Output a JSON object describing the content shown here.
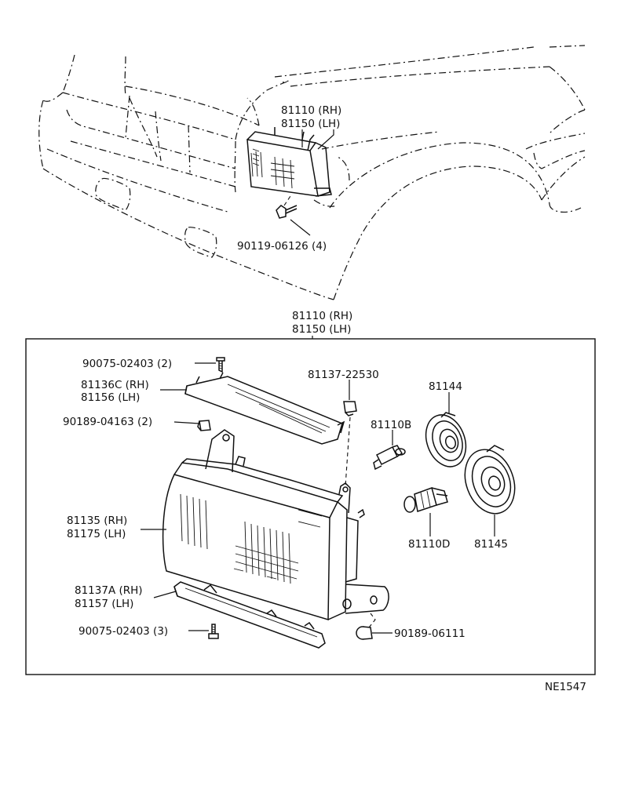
{
  "labels": {
    "top_rh": "81110 (RH)",
    "top_lh": "81150 (LH)",
    "top_bolt": "90119-06126 (4)",
    "mid_rh": "81110 (RH)",
    "mid_lh": "81150 (LH)",
    "screw_a": "90075-02403 (2)",
    "upper_bracket_rh": "81136C (RH)",
    "upper_bracket_lh": "81156  (LH)",
    "nut_a": "90189-04163 (2)",
    "clip": "81137-22530",
    "socket_b": "81110B",
    "cover_a": "81144",
    "bulb_d": "81110D",
    "cover_b": "81145",
    "headlamp_rh": "81135 (RH)",
    "headlamp_lh": "81175 (LH)",
    "lower_bracket_rh": "81137A (RH)",
    "lower_bracket_lh": "81157   (LH)",
    "screw_b": "90075-02403 (3)",
    "nut_b": "90189-06111",
    "drawing_code": "NE1547"
  }
}
